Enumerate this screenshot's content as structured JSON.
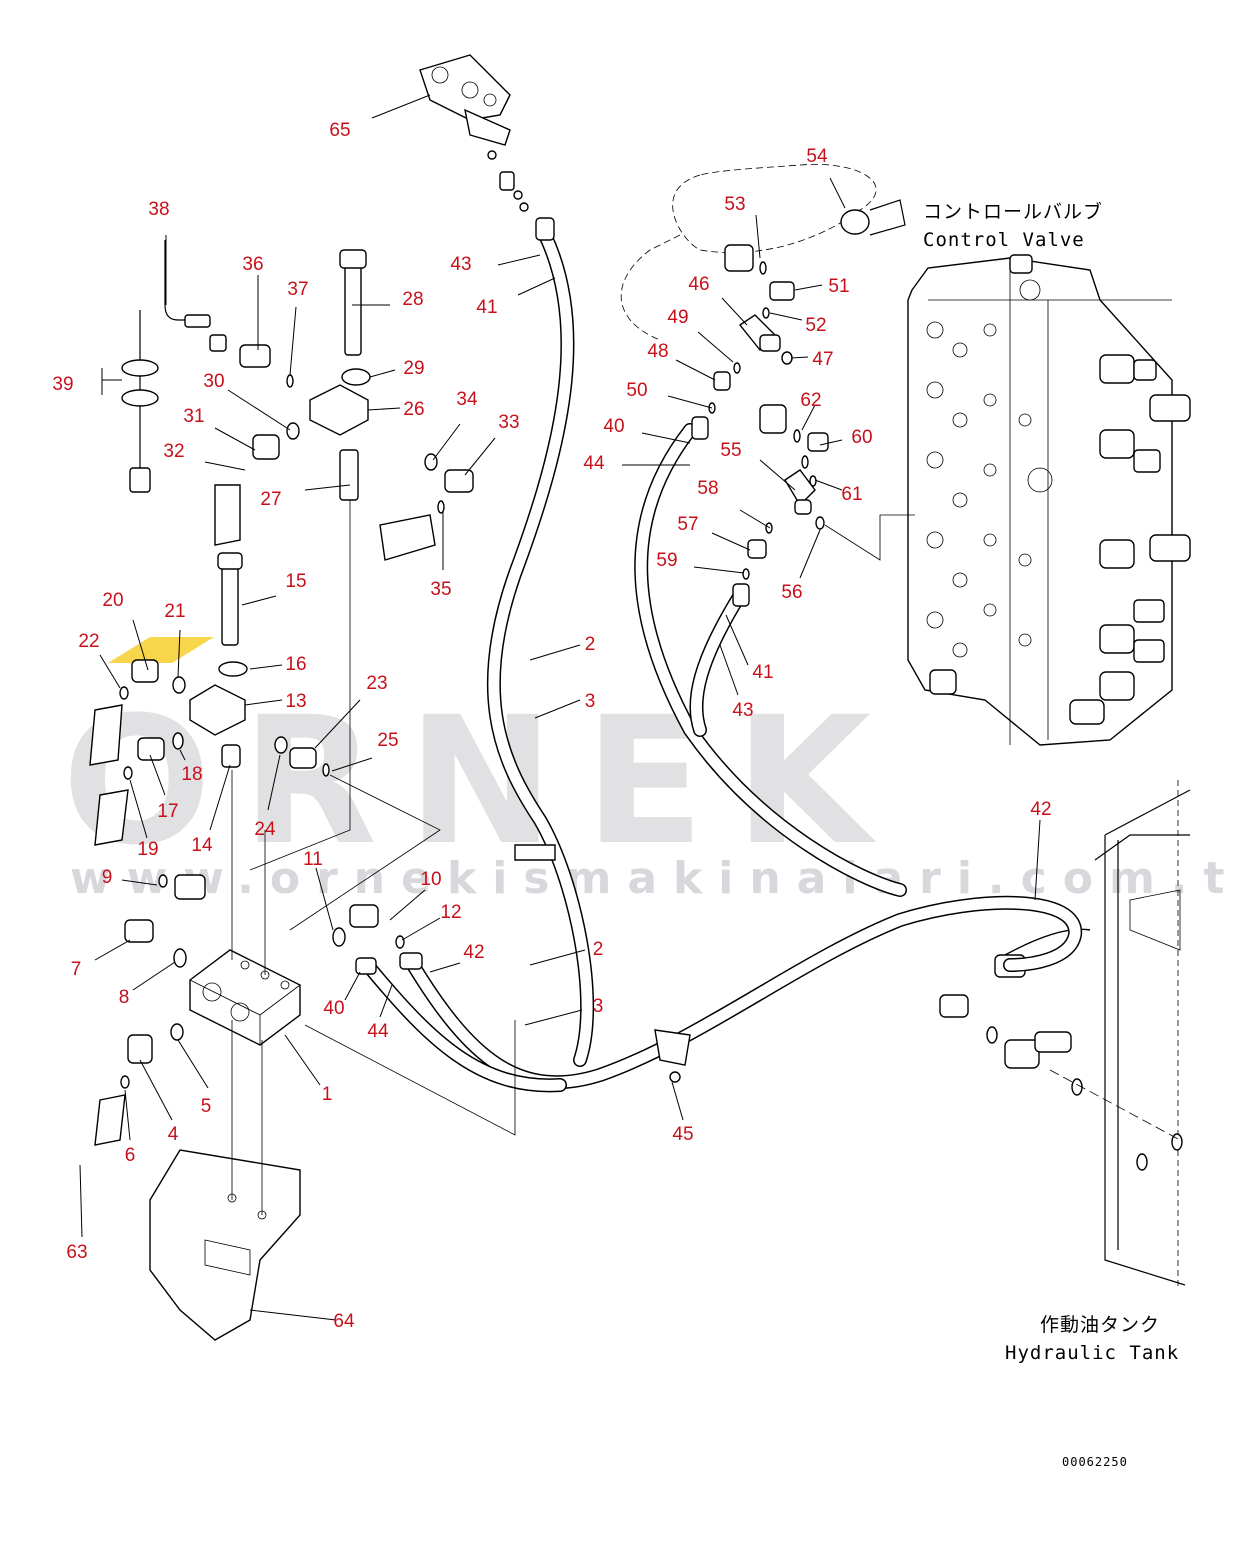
{
  "watermark": {
    "brand": "ORNEK",
    "url": "www.ornekismakinalari.com.tr",
    "accent_color": "#f5c400"
  },
  "captions": {
    "control_valve_jp": "コントロールバルブ",
    "control_valve_en": "Control Valve",
    "hydraulic_tank_jp": "作動油タンク",
    "hydraulic_tank_en": "Hydraulic Tank",
    "document_number": "00062250"
  },
  "callout_color": "#c8101a",
  "callouts": [
    "1",
    "2",
    "2",
    "3",
    "3",
    "4",
    "5",
    "6",
    "7",
    "8",
    "9",
    "10",
    "11",
    "12",
    "13",
    "14",
    "15",
    "16",
    "17",
    "18",
    "19",
    "20",
    "21",
    "22",
    "23",
    "24",
    "25",
    "26",
    "27",
    "28",
    "29",
    "30",
    "31",
    "32",
    "33",
    "34",
    "35",
    "36",
    "37",
    "38",
    "39",
    "40",
    "40",
    "41",
    "41",
    "42",
    "42",
    "43",
    "43",
    "44",
    "44",
    "45",
    "46",
    "47",
    "48",
    "49",
    "50",
    "51",
    "52",
    "53",
    "54",
    "55",
    "56",
    "57",
    "58",
    "59",
    "60",
    "61",
    "62",
    "63",
    "64",
    "65"
  ]
}
